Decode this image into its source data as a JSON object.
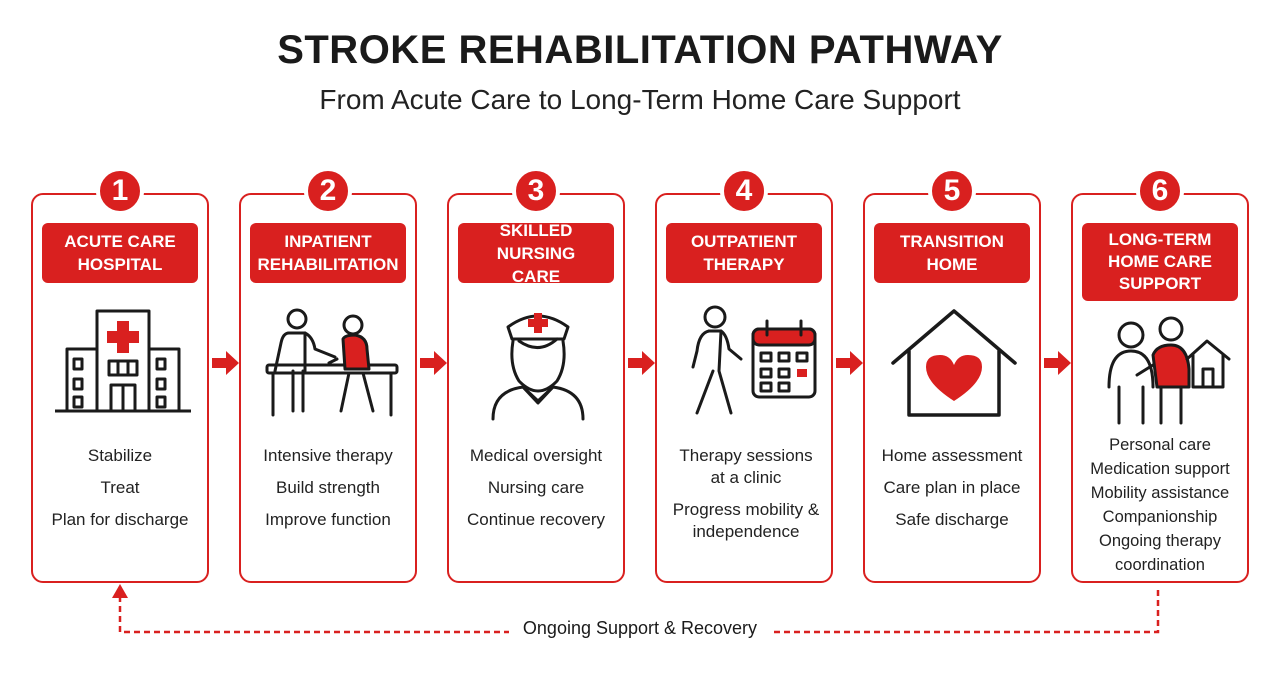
{
  "header": {
    "title": "STROKE REHABILITATION PATHWAY",
    "subtitle": "From Acute Care to Long-Term Home Care Support"
  },
  "colors": {
    "accent": "#d9201f",
    "text": "#1a1a1a"
  },
  "steps": [
    {
      "number": "1",
      "label_lines": [
        "ACUTE CARE",
        "HOSPITAL"
      ],
      "icon": "hospital-icon",
      "items": [
        "Stabilize",
        "Treat",
        "Plan for discharge"
      ]
    },
    {
      "number": "2",
      "label_lines": [
        "INPATIENT",
        "REHABILITATION"
      ],
      "icon": "therapist-patient-icon",
      "items": [
        "Intensive therapy",
        "Build strength",
        "Improve function"
      ]
    },
    {
      "number": "3",
      "label_lines": [
        "SKILLED NURSING",
        "CARE"
      ],
      "icon": "nurse-icon",
      "items": [
        "Medical oversight",
        "Nursing care",
        "Continue recovery"
      ]
    },
    {
      "number": "4",
      "label_lines": [
        "OUTPATIENT",
        "THERAPY"
      ],
      "icon": "walking-calendar-icon",
      "items": [
        "Therapy sessions at a clinic",
        "Progress mobility & independence"
      ]
    },
    {
      "number": "5",
      "label_lines": [
        "TRANSITION",
        "HOME"
      ],
      "icon": "house-heart-icon",
      "items": [
        "Home assessment",
        "Care plan in place",
        "Safe discharge"
      ]
    },
    {
      "number": "6",
      "label_lines": [
        "LONG-TERM",
        "HOME CARE",
        "SUPPORT"
      ],
      "icon": "caregiver-home-icon",
      "items": [
        "Personal care",
        "Medication support",
        "Mobility assistance",
        "Companionship",
        "Ongoing therapy coordination"
      ]
    }
  ],
  "loop": {
    "label": "Ongoing Support & Recovery"
  }
}
